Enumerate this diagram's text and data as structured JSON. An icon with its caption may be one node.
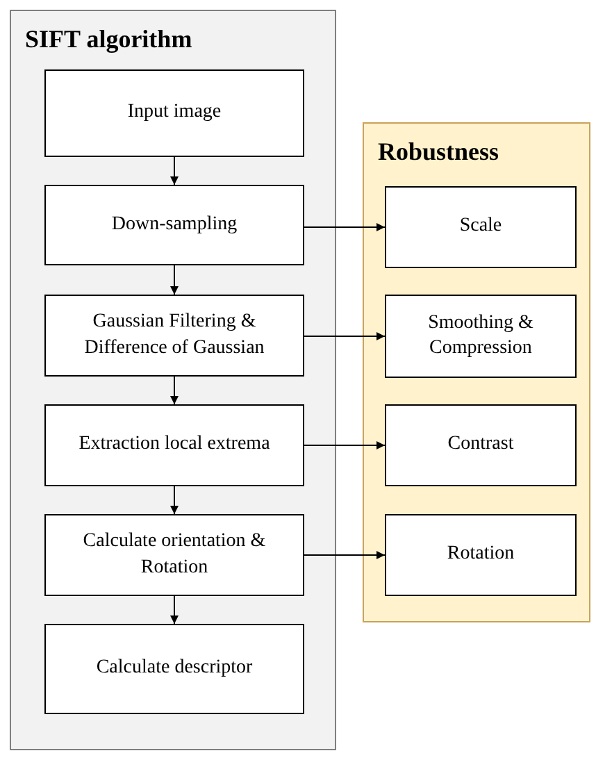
{
  "diagram": {
    "nodes": [
      {
        "text": [
          "SIFT algorithm"
        ]
      },
      {
        "text": [
          "Input image"
        ],
        "in": 0
      },
      {
        "text": [
          "Down-sampling"
        ],
        "in": 0
      },
      {
        "text": [
          "Gaussian Filtering & Difference of Gaussian"
        ],
        "in": 0
      },
      {
        "text": [
          "Extraction local extrema"
        ],
        "in": 0
      },
      {
        "text": [
          "Calculate orientation & Rotation"
        ],
        "in": 0
      },
      {
        "text": [
          "Calculate descriptor"
        ],
        "in": 0
      },
      {
        "text": [
          "Robustness"
        ]
      },
      {
        "text": [
          "Scale"
        ],
        "in": 7
      },
      {
        "text": [
          "Smoothing & Compression"
        ],
        "in": 7
      },
      {
        "text": [
          "Contrast"
        ],
        "in": 7
      },
      {
        "text": [
          "Rotation"
        ],
        "in": 7
      }
    ],
    "edges": [
      {
        "from": 1,
        "to": 2,
        "arrow": "to"
      },
      {
        "from": 2,
        "to": 3,
        "arrow": "to"
      },
      {
        "from": 3,
        "to": 4,
        "arrow": "to"
      },
      {
        "from": 4,
        "to": 5,
        "arrow": "to"
      },
      {
        "from": 5,
        "to": 6,
        "arrow": "to"
      },
      {
        "from": 2,
        "to": 8,
        "arrow": "to"
      },
      {
        "from": 3,
        "to": 9,
        "arrow": "to"
      },
      {
        "from": 4,
        "to": 10,
        "arrow": "to"
      },
      {
        "from": 5,
        "to": 11,
        "arrow": "to"
      }
    ]
  }
}
